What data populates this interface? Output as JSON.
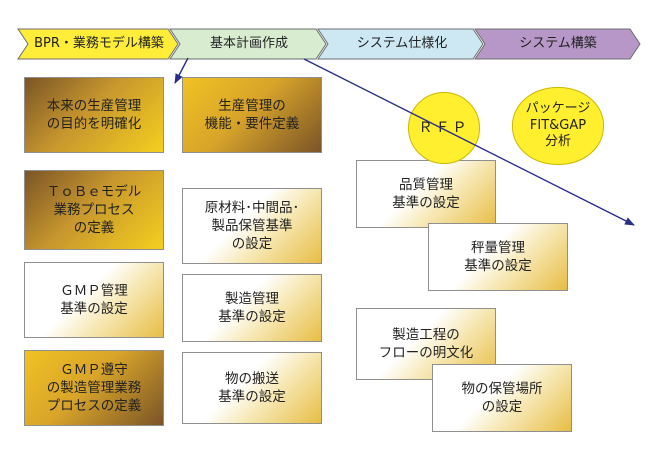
{
  "phases": [
    {
      "label": "BPR・業務モデル構築",
      "color": "#ffed3a"
    },
    {
      "label": "基本計画作成",
      "color": "#d8ecd0"
    },
    {
      "label": "システム仕様化",
      "color": "#cde8f3"
    },
    {
      "label": "システム構築",
      "color": "#b797c7"
    }
  ],
  "left_column": [
    "本来の生産管理\nの目的を明確化",
    "ＴｏＢｅモデル\n業務プロセス\nの定義",
    "ＧＭＰ管理\n基準の設定",
    "ＧＭＰ遵守\nの製造管理業務\nプロセスの定義"
  ],
  "middle_column": [
    "生産管理の\n機能・要件定義",
    "原材料･中間品･\n製品保管基準\nの設定",
    "製造管理\n基準の設定",
    "物の搬送\n基準の設定"
  ],
  "right_group_top": [
    "品質管理\n基準の設定",
    "秤量管理\n基準の設定"
  ],
  "right_group_bottom": [
    "製造工程の\nフローの明文化",
    "物の保管場所\nの設定"
  ],
  "circles": [
    "ＲＦＰ",
    "パッケージ\nFIT&GAP\n分析"
  ],
  "colors": {
    "arrow_line": "#2b2d8a",
    "circle_fill": "#ffef2e",
    "box_border": "#8f8f8f"
  }
}
